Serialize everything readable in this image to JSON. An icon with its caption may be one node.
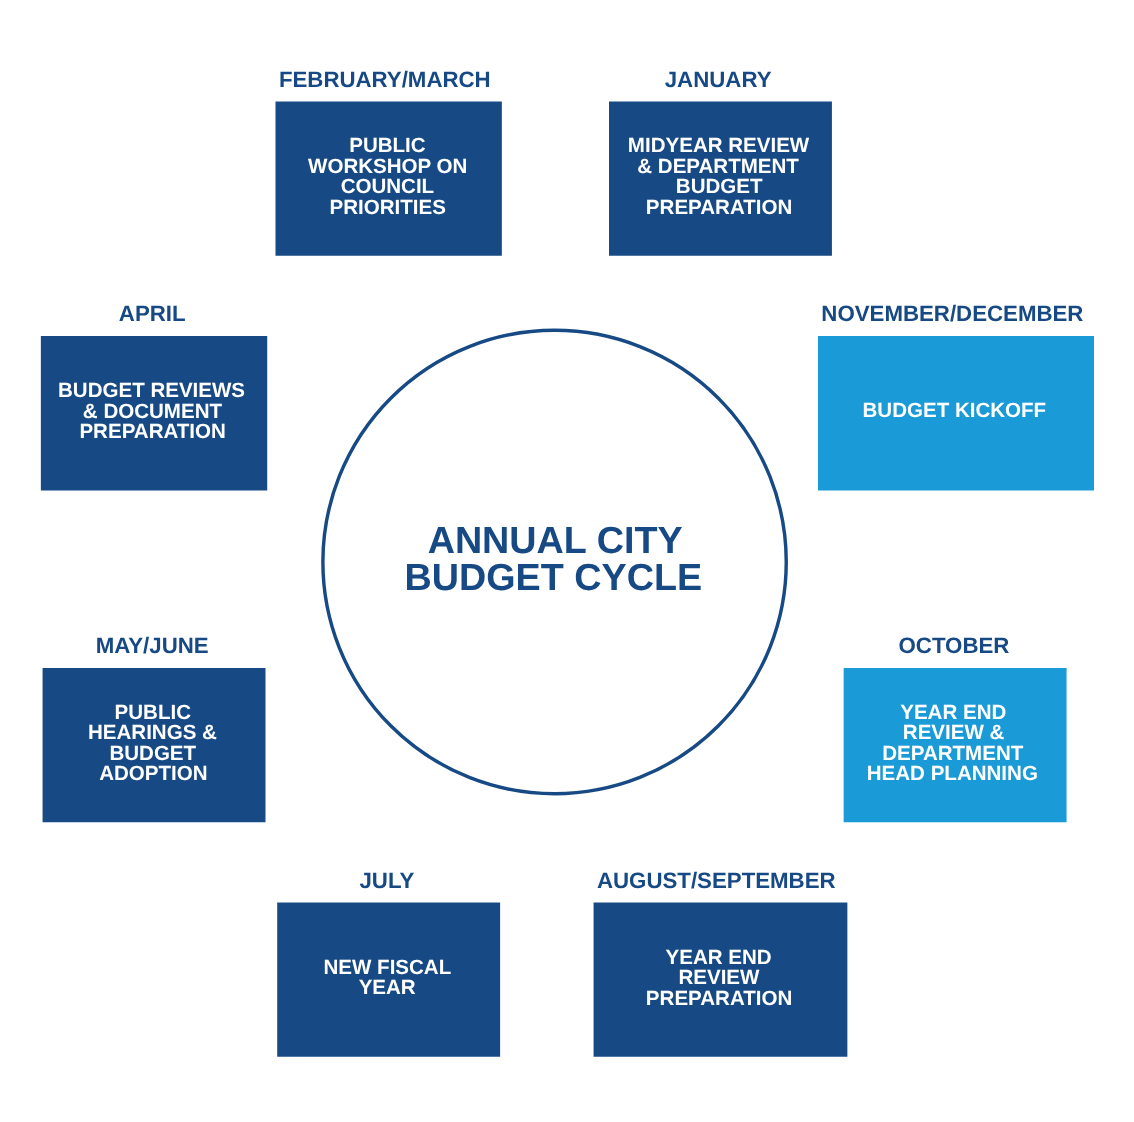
{
  "diagram": {
    "nodes": [
      {
        "text": [
          "ANNUAL CITY BUDGET CYCLE"
        ]
      },
      {
        "text": [
          "BUDGET KICKOFF"
        ],
        "beside": [
          "NOVEMBER/DECEMBER"
        ]
      },
      {
        "text": [
          "MIDYEAR REVIEW & DEPARTMENT BUDGET PREPARATION"
        ],
        "beside": [
          "JANUARY"
        ]
      },
      {
        "text": [
          "PUBLIC WORKSHOP ON COUNCIL PRIORITIES"
        ],
        "beside": [
          "FEBRUARY/MARCH"
        ]
      },
      {
        "text": [
          "BUDGET REVIEWS & DOCUMENT PREPARATION"
        ],
        "beside": [
          "APRIL"
        ]
      },
      {
        "text": [
          "PUBLIC HEARINGS & BUDGET ADOPTION"
        ],
        "beside": [
          "MAY/JUNE"
        ]
      },
      {
        "text": [
          "NEW FISCAL YEAR"
        ],
        "beside": [
          "JULY"
        ]
      },
      {
        "text": [
          "YEAR END REVIEW PREPARATION"
        ],
        "beside": [
          "AUGUST/SEPTEMBER"
        ]
      },
      {
        "text": [
          "YEAR END REVIEW & DEPARTMENT HEAD PLANNING"
        ],
        "beside": [
          "OCTOBER"
        ]
      }
    ]
  }
}
